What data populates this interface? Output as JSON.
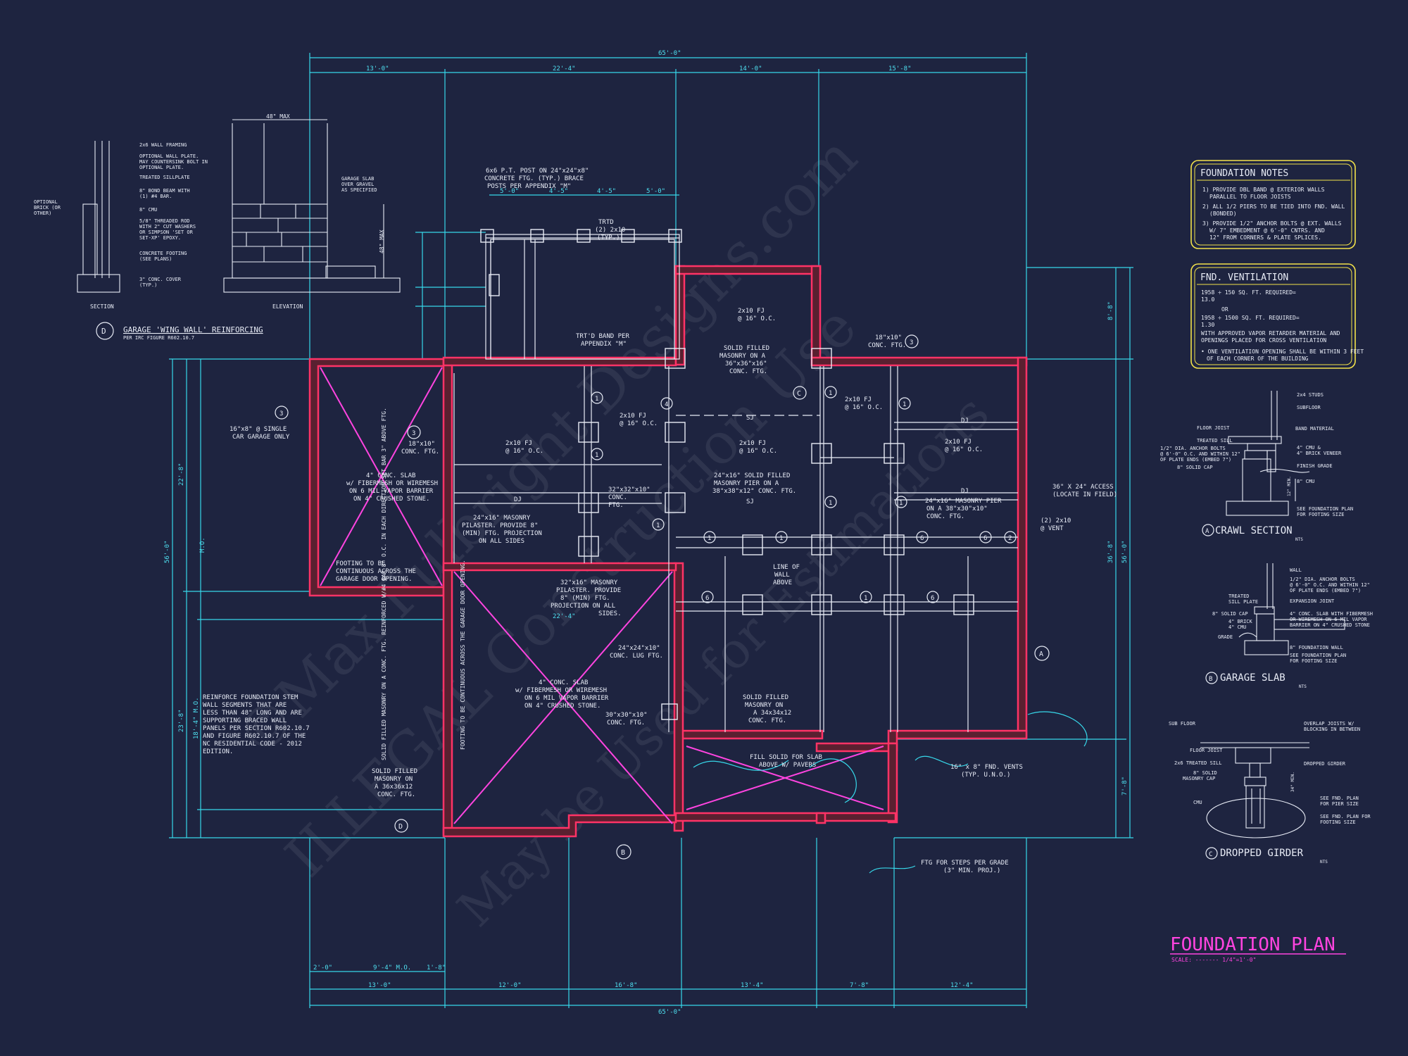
{
  "colors": {
    "background": "#1e2440",
    "dimension": "#37d8ea",
    "wall": "#ff3366",
    "accent": "#ff44e0",
    "notes": "#f3e24a"
  },
  "dims": {
    "overall": "65'-0\"",
    "top": [
      "13'-0\"",
      "22'-4\"",
      "14'-0\"",
      "15'-8\""
    ],
    "bottom": [
      "13'-0\"",
      "12'-0\"",
      "16'-8\"",
      "13'-4\"",
      "7'-8\"",
      "12'-4\""
    ],
    "bottom_left": [
      "2'-0\"",
      "9'-4\" M.O.",
      "1'-8\""
    ],
    "left": [
      "56'-0\"",
      "22'-8\"",
      "23'-8\"",
      "18'-4\" M.O."
    ],
    "right": [
      "56'-0\"",
      "36'-8\"",
      "8'-8\"",
      "7'-8\""
    ],
    "porch": [
      "5'-0\"",
      "4'-5\"",
      "4'-5\"",
      "5'-0\""
    ]
  },
  "labels": {
    "post_note": [
      "6x6 P.T. POST ON 24\"x24\"x8\"",
      "CONCRETE FTG. (TYP.) BRACE",
      "POSTS PER APPENDIX \"M\""
    ],
    "trtd": [
      "TRTD",
      "(2) 2x10",
      "(TYP.)"
    ],
    "band": [
      "TRT'D BAND PER",
      "APPENDIX \"M\""
    ],
    "solid1": [
      "SOLID FILLED",
      "MASONRY ON A",
      "36\"x36\"x16\"",
      "CONC. FTG."
    ],
    "ftg18": [
      "18\"x10\"",
      "CONC. FTG."
    ],
    "garage_single": [
      "16\"x8\" @ SINGLE",
      "CAR GARAGE ONLY"
    ],
    "ftg18b": [
      "18\"x10\"",
      "CONC. FTG."
    ],
    "slab1": [
      "4\" CONC. SLAB",
      "w/ FIBERMESH OR WIREMESH",
      "ON 6 MIL VAPOR BARRIER",
      "ON 4\" CRUSHED STONE."
    ],
    "footing_cont": [
      "FOOTING TO BE",
      "CONTINUOUS ACROSS THE",
      "GARAGE DOOR OPENING."
    ],
    "pilaster1": [
      "24\"x16\" MASONRY",
      "PILASTER. PROVIDE 8\"",
      "(MIN) FTG. PROJECTION",
      "ON ALL SIDES"
    ],
    "ftg32": [
      "32\"x32\"x10\"",
      "CONC.",
      "FTG."
    ],
    "pier_a": [
      "24\"x16\" SOLID FILLED",
      "MASONRY PIER ON A",
      "38\"x38\"x12\" CONC. FTG."
    ],
    "pier_b": [
      "24\"x16\" MASONRY PIER",
      "ON A 38\"x30\"x10\"",
      "CONC. FTG."
    ],
    "access": [
      "36\" X 24\" ACCESS",
      "(LOCATE IN FIELD)"
    ],
    "vent": [
      "(2) 2x10",
      "@ VENT"
    ],
    "pilaster2": [
      "32\"x16\" MASONRY",
      "PILASTER. PROVIDE",
      "8\" (MIN) FTG.",
      "PROJECTION ON ALL",
      "SIDES."
    ],
    "lug": [
      "24\"x24\"x10\"",
      "CONC. LUG FTG."
    ],
    "slab2": [
      "4\" CONC. SLAB",
      "w/ FIBERMESH OR WIREMESH",
      "ON 6 MIL VAPOR BARRIER",
      "ON 4\" CRUSHED STONE."
    ],
    "ftg30": [
      "30\"x30\"x10\"",
      "CONC. FTG."
    ],
    "solid2": [
      "SOLID FILLED",
      "MASONRY ON",
      "A 34x34x12",
      "CONC. FTG."
    ],
    "fill_solid": [
      "FILL SOLID FOR SLAB",
      "ABOVE W/ PAVERS"
    ],
    "fnd_vents": [
      "16\" x 8\" FND. VENTS",
      "(TYP. U.N.O.)"
    ],
    "steps": [
      "FTG FOR STEPS PER GRADE",
      "(3\" MIN. PROJ.)"
    ],
    "reinforce": [
      "REINFORCE FOUNDATION STEM",
      "WALL SEGMENTS THAT ARE",
      "LESS THAN 48\" LONG AND ARE",
      "SUPPORTING BRACED WALL",
      "PANELS PER SECTION R602.10.7",
      "AND FIGURE R602.10.7 OF THE",
      "NC RESIDENTIAL CODE - 2012",
      "EDITION."
    ],
    "solid_filled_masonry_vert": "SOLID FILLED MASONRY ON A CONC. FTG. REINFORCED W/#4 BAR 8\" O.C. IN EACH DIRECTION SET BAR 3\" ABOVE FTG.",
    "footing_vert": "FOOTING TO BE CONTINUOUS ACROSS THE GARAGE DOOR OPENING.",
    "solid3": [
      "SOLID FILLED",
      "MASONRY ON",
      "A 36x36x12",
      "CONC. FTG."
    ],
    "line_wall": [
      "LINE OF",
      "WALL",
      "ABOVE"
    ],
    "fj": [
      "2x10 FJ",
      "@ 16\" O.C."
    ],
    "dj": "DJ",
    "sj": "SJ",
    "mo": "M.O."
  },
  "detail_d": {
    "title": "GARAGE 'WING WALL' REINFORCING",
    "subtitle": "PER IRC FIGURE R602.10.7",
    "tag": "D",
    "max": "48\" MAX",
    "max_v": "48\" MAX",
    "section": "SECTION",
    "elevation": "ELEVATION",
    "notes": [
      "2x6 WALL FRAMING",
      "OPTIONAL WALL PLATE.",
      "MAY COUNTERSINK BOLT IN",
      "OPTIONAL PLATE.",
      "TREATED SILLPLATE",
      "8\" BOND BEAM WITH",
      "(1) #4 BAR.",
      "8\" CMU",
      "5/8\" THREADED ROD",
      "WITH 2\" CUT WASHERS",
      "OR SIMPSON 'SET OR",
      "SET-XP' EPOXY.",
      "CONCRETE FOOTING",
      "(SEE PLANS)",
      "3\" CONC. COVER",
      "(TYP.)"
    ],
    "optional": [
      "OPTIONAL",
      "BRICK (OR",
      "OTHER)"
    ],
    "garage_slab": [
      "GARAGE SLAB",
      "OVER GRAVEL",
      "AS SPECIFIED"
    ]
  },
  "notes_box": {
    "title": "FOUNDATION NOTES",
    "lines": [
      "1) PROVIDE DBL BAND @ EXTERIOR WALLS",
      "PARALLEL TO FLOOR JOISTS",
      "2) ALL 1/2 PIERS TO BE TIED INTO FND. WALL",
      "(BONDED)",
      "3) PROVIDE 1/2\" ANCHOR BOLTS @ EXT. WALLS",
      "W/ 7\" EMBEDMENT @ 6'-0\" CNTRS. AND",
      "12\" FROM CORNERS & PLATE SPLICES."
    ]
  },
  "vent_box": {
    "title": "FND. VENTILATION",
    "lines": [
      "1958 ÷ 150 SQ. FT. REQUIRED=",
      "13.0",
      "OR",
      "1958 ÷ 1500 SQ. FT. REQUIRED=",
      "1.30",
      "WITH APPROVED VAPOR RETARDER MATERIAL AND",
      "OPENINGS PLACED FOR CROSS VENTILATION",
      "• ONE VENTILATION OPENING SHALL BE WITHIN 3 FEET",
      "OF EACH CORNER OF THE BUILDING"
    ]
  },
  "crawl": {
    "tag": "A",
    "title": "CRAWL SECTION",
    "nts": "NTS",
    "notes": [
      "2x4 STUDS",
      "SUBFLOOR",
      "FLOOR JOIST",
      "BAND MATERIAL",
      "TREATED SILL",
      "1/2\" DIA. ANCHOR BOLTS",
      "@ 6'-0\" O.C. AND WITHIN 12\"",
      "OF PLATE ENDS (EMBED 7\")",
      "4\" CMU &",
      "4\" BRICK VENEER",
      "8\" SOLID CAP",
      "FINISH GRADE",
      "8\" CMU",
      "12\" MIN.",
      "SEE FOUNDATION PLAN",
      "FOR FOOTING SIZE"
    ]
  },
  "garage": {
    "tag": "B",
    "title": "GARAGE SLAB",
    "nts": "NTS",
    "notes": [
      "WALL",
      "1/2\" DIA. ANCHOR BOLTS",
      "@ 6'-0\" O.C. AND WITHIN 12\"",
      "OF PLATE ENDS (EMBED 7\")",
      "TREATED",
      "SILL PLATE",
      "EXPANSION JOINT",
      "8\" SOLID CAP",
      "4\" CONC. SLAB WITH FIBERMESH",
      "OR WIREMESH ON 6 MIL VAPOR",
      "BARRIER ON 4\" CRUSHED STONE",
      "4\" BRICK",
      "4\" CMU",
      "GRADE",
      "8\" FOUNDATION WALL",
      "SEE FOUNDATION PLAN",
      "FOR FOOTING SIZE"
    ]
  },
  "girder": {
    "tag": "C",
    "title": "DROPPED GIRDER",
    "nts": "NTS",
    "notes": [
      "SUB FLOOR",
      "OVERLAP JOISTS W/",
      "BLOCKING IN BETWEEN",
      "FLOOR JOIST",
      "2x6 TREATED SILL",
      "DROPPED GIRDER",
      "8\" SOLID",
      "MASONRY CAP",
      "CMU",
      "34\" MIN.",
      "SEE FND. PLAN",
      "FOR PIER SIZE",
      "SEE FND. PLAN FOR",
      "FOOTING SIZE"
    ]
  },
  "title": {
    "main": "FOUNDATION PLAN",
    "scale": "SCALE: ------- 1/4\"=1'-0\""
  },
  "grid_tags": [
    "A",
    "B",
    "C",
    "D"
  ],
  "callouts": [
    "1",
    "2",
    "3",
    "4",
    "6"
  ],
  "watermark": [
    "©Max Fulbright Designs.com",
    "ILLEGAL Construction Use",
    "May be Used for Estimations"
  ]
}
